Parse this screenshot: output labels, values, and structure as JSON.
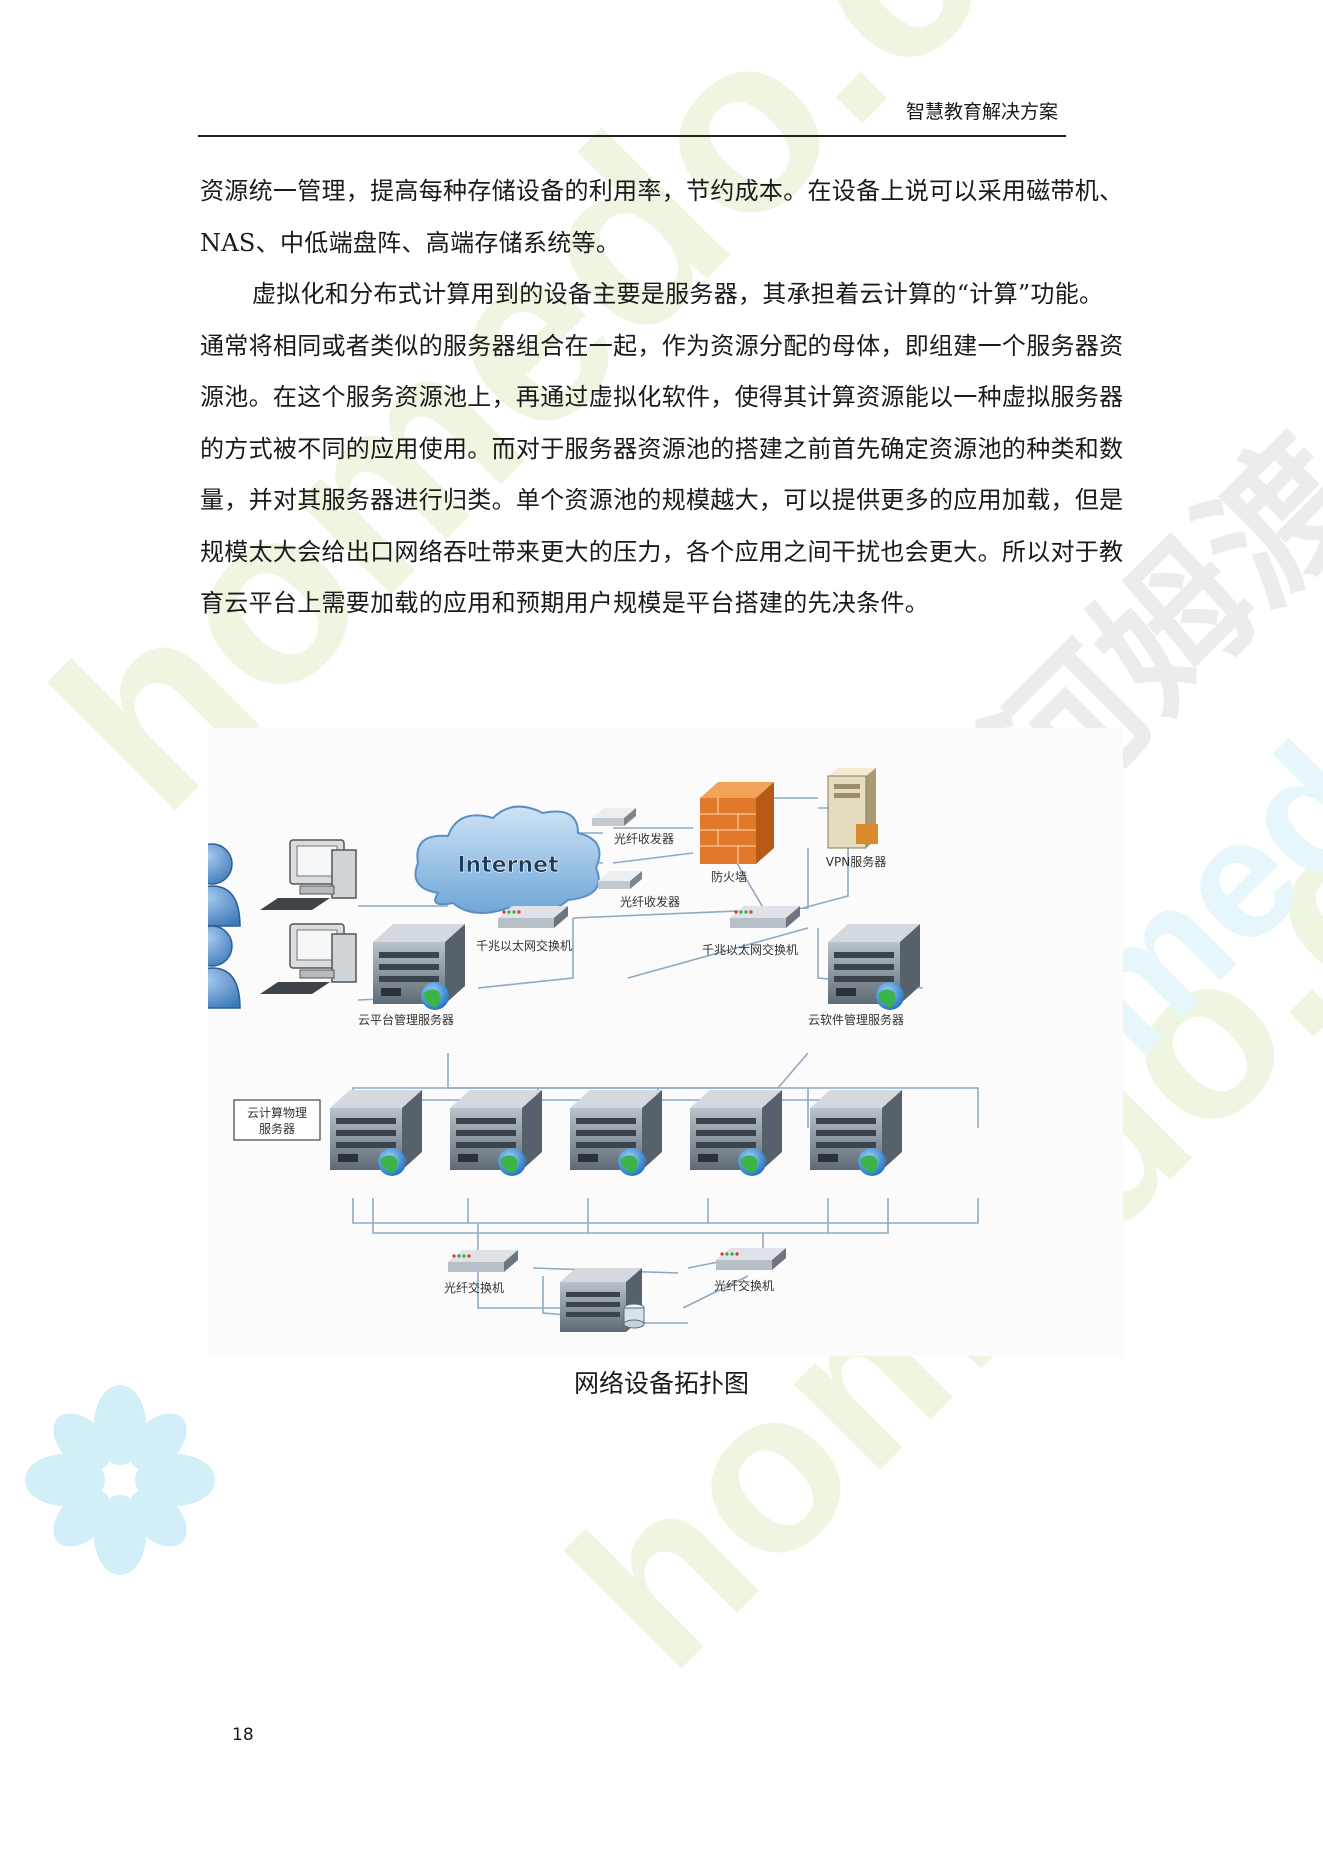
{
  "header": {
    "title": "智慧教育解决方案"
  },
  "paragraphs": [
    "资源统一管理，提高每种存储设备的利用率，节约成本。在设备上说可以采用磁带机、NAS、中低端盘阵、高端存储系统等。",
    "虚拟化和分布式计算用到的设备主要是服务器，其承担着云计算的“计算”功能。通常将相同或者类似的服务器组合在一起，作为资源分配的母体，即组建一个服务器资源池。在这个服务资源池上，再通过虚拟化软件，使得其计算资源能以一种虚拟服务器的方式被不同的应用使用。而对于服务器资源池的搭建之前首先确定资源池的种类和数量，并对其服务器进行归类。单个资源池的规模越大，可以提供更多的应用加载，但是规模太大会给出口网络吞吐带来更大的压力，各个应用之间干扰也会更大。所以对于教育云平台上需要加载的应用和预期用户规模是平台搭建的先决条件。"
  ],
  "diagram": {
    "internet": "Internet",
    "fiber_transceiver_1": "光纤收发器",
    "fiber_transceiver_2": "光纤收发器",
    "firewall": "防火墙",
    "vpn_server": "VPN服务器",
    "gigabit_switch_1": "千兆以太网交换机",
    "gigabit_switch_2": "千兆以太网交换机",
    "cloud_platform_server": "云平台管理服务器",
    "cloud_software_server": "云软件管理服务器",
    "physical_server_box": [
      "云计算物理",
      "服务器"
    ],
    "fiber_switch_1": "光纤交换机",
    "fiber_switch_2": "光纤交换机"
  },
  "caption": "网络设备拓扑图",
  "page_number": "18",
  "watermarks": [
    "homedo.com",
    "homedo.com",
    "homedo.com",
    "河姆渡"
  ],
  "colors": {
    "server": "#7d8a96",
    "user": "#5b9bd5",
    "firewall": "#e07a2a",
    "globe": "#2e8bd6",
    "line": "#8da9c4"
  }
}
